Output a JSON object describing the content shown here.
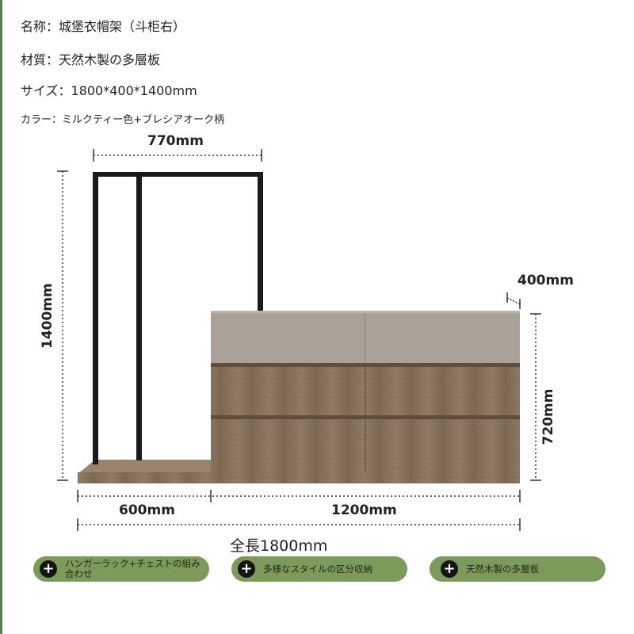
{
  "specs": {
    "name": "名称：城堡衣帽架（斗柜右）",
    "material": "材質：天然木製の多層板",
    "size": "サイズ：1800*400*1400mm",
    "color": "カラー：ミルクティー色+ブレシアオーク柄"
  },
  "dimensions": {
    "rack_width": "770mm",
    "height": "1400mm",
    "depth": "400mm",
    "chest_height": "720mm",
    "base_left": "600mm",
    "chest_width": "1200mm",
    "total_length": "全長1800mm"
  },
  "features": [
    {
      "label": "ハンガーラック+チェストの組み合わせ"
    },
    {
      "label": "多様なスタイルの区分収納"
    },
    {
      "label": "天然木製の多層板"
    }
  ],
  "colors": {
    "frame": "#1a1a1a",
    "top_drawer": "#aaa298",
    "wood": "#8a7460",
    "wood_dark": "#6f5b49",
    "accent_green": "#7c9a5a"
  },
  "icons": {
    "feature_icon": "plus-circle-icon"
  }
}
